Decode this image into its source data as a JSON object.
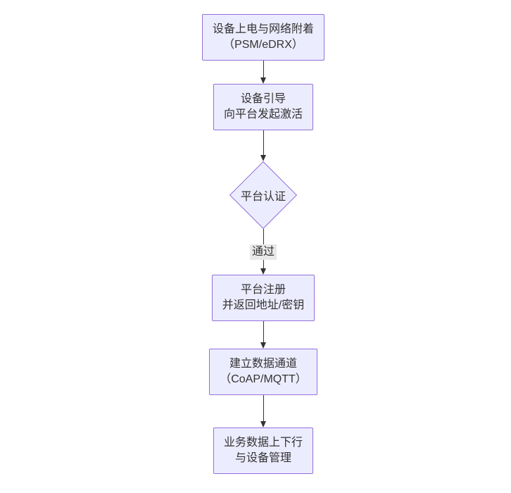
{
  "colors": {
    "background": "#ffffff",
    "node_fill": "#ececff",
    "node_border": "#9370db",
    "edge": "#333333",
    "edge_label_bg": "#e8e8e8",
    "text": "#333333"
  },
  "nodes": [
    {
      "type": "rect",
      "lines": [
        "设备上电与网络附着",
        "（PSM/eDRX）"
      ]
    },
    {
      "type": "rect",
      "lines": [
        "设备引导",
        "向平台发起激活"
      ]
    },
    {
      "type": "diamond",
      "lines": [
        "平台认证"
      ]
    },
    {
      "type": "rect",
      "lines": [
        "平台注册",
        "并返回地址/密钥"
      ]
    },
    {
      "type": "rect",
      "lines": [
        "建立数据通道",
        "（CoAP/MQTT）"
      ]
    },
    {
      "type": "rect",
      "lines": [
        "业务数据上下行",
        "与设备管理"
      ]
    }
  ],
  "edges": [
    {
      "label": ""
    },
    {
      "label": ""
    },
    {
      "label": "通过"
    },
    {
      "label": ""
    },
    {
      "label": ""
    }
  ]
}
